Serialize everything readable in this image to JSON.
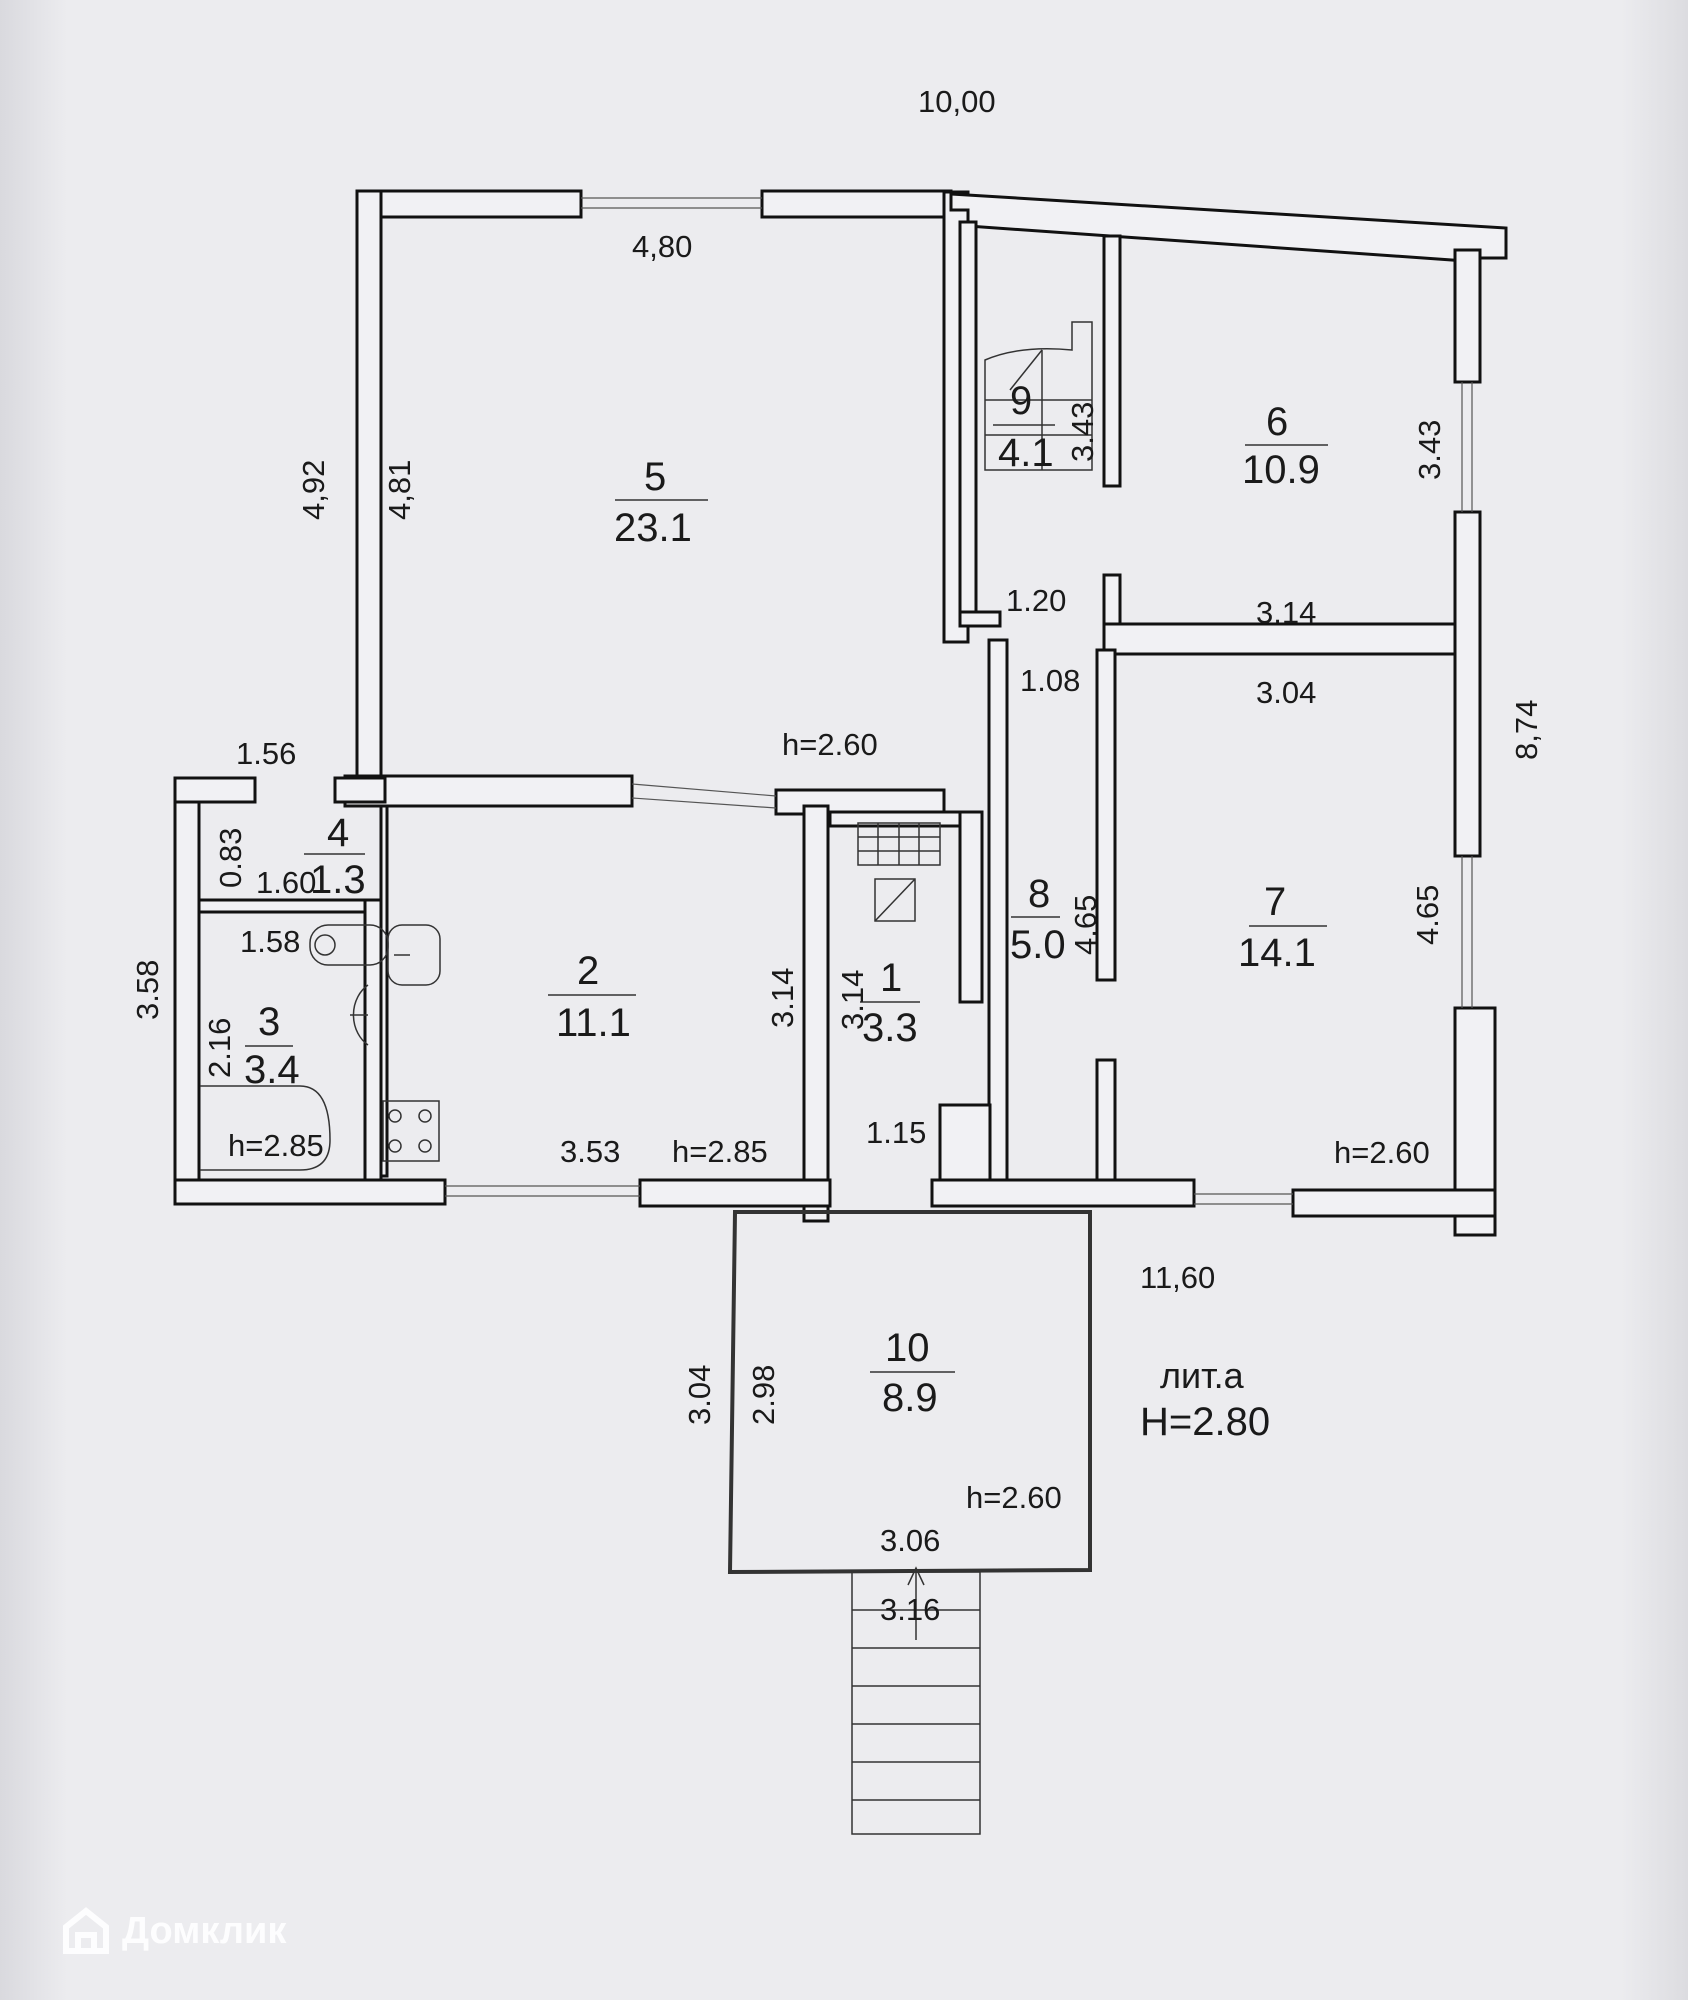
{
  "plan": {
    "overall_width_top": "10,00",
    "overall_width_bottom": "11,60",
    "overall_depth_right": "8,74",
    "left_block_depth": "3.58",
    "rooms": [
      {
        "number": "1",
        "area": "3.3",
        "dims": [
          "3.14",
          "1.15"
        ]
      },
      {
        "number": "2",
        "area": "11.1",
        "dims": [
          "3.14",
          "3.53"
        ],
        "height": "h=2.85"
      },
      {
        "number": "3",
        "area": "3.4",
        "dims": [
          "2.16",
          "1.58"
        ],
        "height": "h=2.85"
      },
      {
        "number": "4",
        "area": "1.3",
        "dims": [
          "0.83",
          "1.60",
          "1.56"
        ]
      },
      {
        "number": "5",
        "area": "23.1",
        "dims": [
          "4,80",
          "4,81",
          "4,92"
        ],
        "height": "h=2.60"
      },
      {
        "number": "6",
        "area": "10.9",
        "dims": [
          "3.43",
          "3.14"
        ]
      },
      {
        "number": "7",
        "area": "14.1",
        "dims": [
          "4.65",
          "3.04"
        ],
        "height": "h=2.60"
      },
      {
        "number": "8",
        "area": "5.0",
        "dims": [
          "4.65",
          "1.08"
        ]
      },
      {
        "number": "9",
        "area": "4.1",
        "dims": [
          "3.43",
          "1.20"
        ]
      },
      {
        "number": "10",
        "area": "8.9",
        "dims": [
          "3.04",
          "2.98",
          "3.06",
          "3.16"
        ],
        "height": "h=2.60"
      }
    ],
    "annex_label": "лит.а",
    "annex_height": "H=2.80"
  },
  "watermark": {
    "text": "Домклик",
    "icon": "home-logo-icon"
  }
}
